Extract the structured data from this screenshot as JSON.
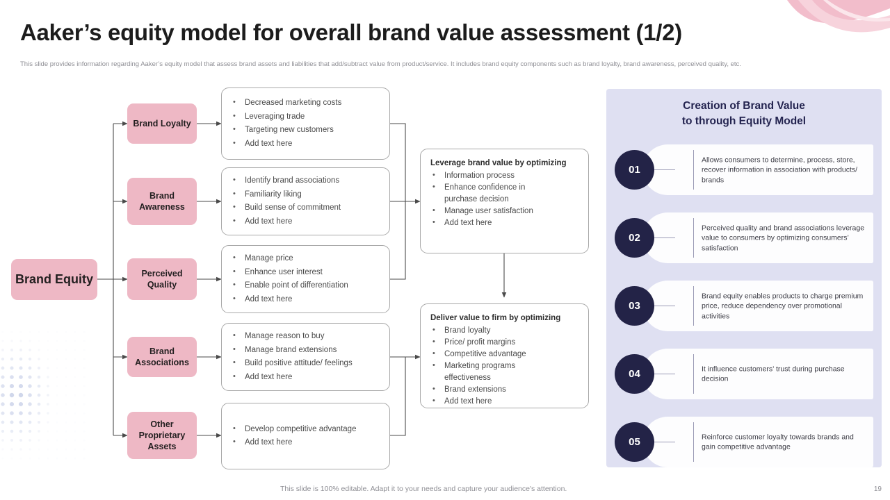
{
  "header": {
    "title": "Aaker’s equity model for overall brand value assessment (1/2)",
    "subtitle": "This slide provides information regarding Aaker’s equity model that assess brand assets and liabilities that add/subtract value from product/service. It includes brand equity components such as brand loyalty, brand awareness, perceived quality, etc."
  },
  "colors": {
    "pink_box": "#eeb8c5",
    "panel_bg": "#dfe0f2",
    "circle_navy": "#232347",
    "panel_title": "#242450",
    "blob_pink": "#f4c3ce",
    "dot_blue": "#c8d0e8"
  },
  "diagram": {
    "root": "Brand Equity",
    "branches": [
      {
        "label": "Brand Loyalty",
        "items": [
          "Decreased marketing costs",
          "Leveraging trade",
          "Targeting new customers",
          "Add text here"
        ]
      },
      {
        "label": "Brand Awareness",
        "items": [
          "Identify brand associations",
          "Familiarity liking",
          "Build sense of commitment",
          "Add text here"
        ]
      },
      {
        "label": "Perceived Quality",
        "items": [
          "Manage price",
          "Enhance user interest",
          "Enable point of differentiation",
          "Add text here"
        ]
      },
      {
        "label": "Brand Associations",
        "items": [
          "Manage reason to buy",
          "Manage brand extensions",
          "Build positive attitude/ feelings",
          "Add text here"
        ]
      },
      {
        "label": "Other Proprietary Assets",
        "items": [
          "Develop competitive advantage",
          "Add text here"
        ]
      }
    ],
    "outcomes": [
      {
        "title": "Leverage brand value by optimizing",
        "items": [
          {
            "text": "Information process",
            "cont": ""
          },
          {
            "text": "Enhance confidence in",
            "cont": "purchase decision"
          },
          {
            "text": "Manage user satisfaction",
            "cont": ""
          },
          {
            "text": "Add text here",
            "cont": ""
          }
        ]
      },
      {
        "title": "Deliver value to firm by optimizing",
        "items": [
          {
            "text": "Brand loyalty",
            "cont": ""
          },
          {
            "text": "Price/ profit margins",
            "cont": ""
          },
          {
            "text": "Competitive advantage",
            "cont": ""
          },
          {
            "text": "Marketing programs",
            "cont": "effectiveness"
          },
          {
            "text": "Brand extensions",
            "cont": ""
          },
          {
            "text": "Add text here",
            "cont": ""
          }
        ]
      }
    ]
  },
  "panel": {
    "title_line1": "Creation of Brand Value",
    "title_line2": "to through Equity Model",
    "items": [
      {
        "num": "01",
        "text": "Allows consumers to determine, process, store, recover information in association with products/ brands"
      },
      {
        "num": "02",
        "text": "Perceived quality and brand associations leverage value to consumers by optimizing consumers’ satisfaction"
      },
      {
        "num": "03",
        "text": "Brand equity enables products to charge premium price, reduce dependency over promotional activities"
      },
      {
        "num": "04",
        "text": "It influence customers’ trust during purchase decision"
      },
      {
        "num": "05",
        "text": "Reinforce customer loyalty towards brands and gain competitive advantage"
      }
    ]
  },
  "footer": {
    "note": "This slide is 100% editable. Adapt it to your needs and capture your audience's attention.",
    "page": "19"
  }
}
